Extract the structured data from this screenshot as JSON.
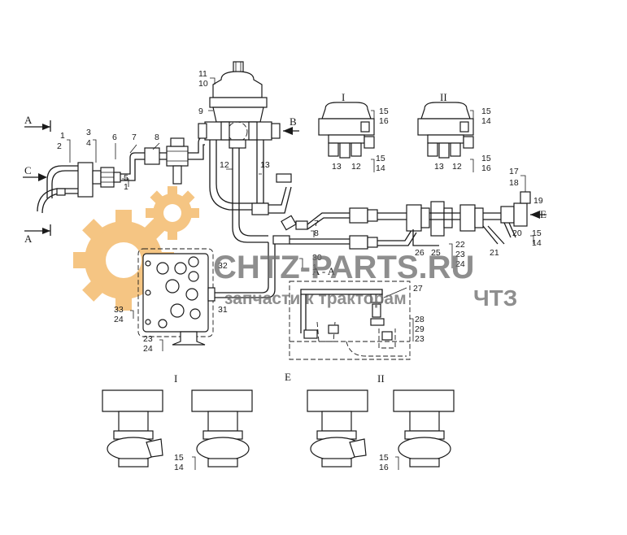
{
  "section_marks": {
    "A": "A",
    "B": "B",
    "C": "C",
    "E": "E",
    "section_aa": "A - A",
    "view_I": "I",
    "view_II": "II",
    "view_E": "E"
  },
  "callouts": {
    "c1": "1",
    "c2": "2",
    "c3": "3",
    "c4": "4",
    "c5": "5",
    "c6": "6",
    "c7": "7",
    "c8": "8",
    "c9": "9",
    "c10": "10",
    "c11": "11",
    "c12": "12",
    "c13": "13",
    "c14": "14",
    "c15": "15",
    "c16": "16",
    "c17": "17",
    "c18": "18",
    "c19": "19",
    "c20": "20",
    "c21": "21",
    "c22": "22",
    "c23": "23",
    "c24": "24",
    "c25": "25",
    "c26": "26",
    "c27": "27",
    "c28": "28",
    "c29": "29",
    "c30": "30",
    "c31": "31",
    "c32": "32",
    "c33": "33"
  },
  "watermark": {
    "brand": "CHTZ-PARTS.RU",
    "tagline": "запчасти к тракторам",
    "tagline_bold": "ЧТЗ",
    "gear_color": "#f2b25a",
    "text_color": "#6e6e6e"
  }
}
